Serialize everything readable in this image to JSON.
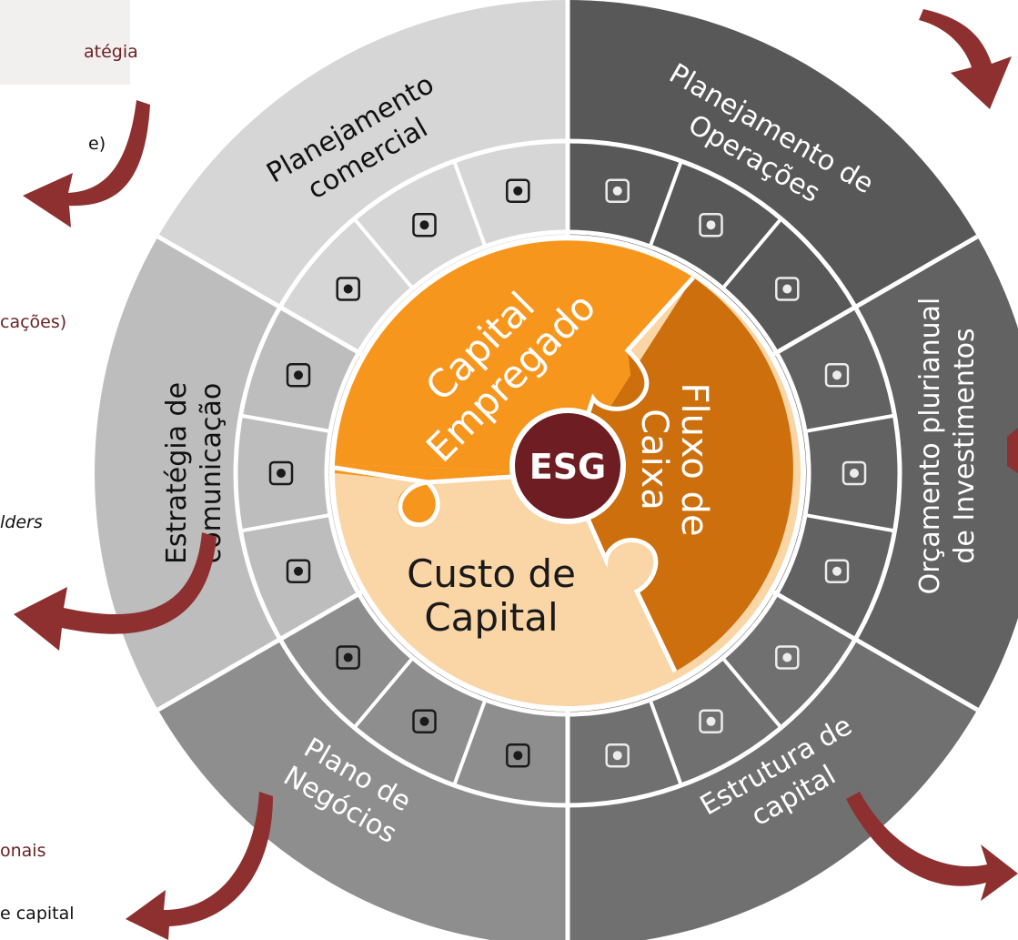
{
  "center": {
    "label": "ESG"
  },
  "inner": {
    "capital_empregado": [
      "Capital",
      "Empregado"
    ],
    "fluxo_de_caixa": [
      "Fluxo de",
      "Caixa"
    ],
    "custo_de_capital": [
      "Custo de",
      "Capital"
    ]
  },
  "outer": {
    "planejamento_comercial": [
      "Planejamento",
      "comercial"
    ],
    "planejamento_operacoes": [
      "Planejamento de",
      "Operações"
    ],
    "orcamento": [
      "Orçamento plurianual",
      "de Investimentos"
    ],
    "estrutura_capital": [
      "Estrutura de",
      "capital"
    ],
    "plano_negocios": [
      "Plano de",
      "Negócios"
    ],
    "estrategia_comunicacao": [
      "Estratégia de",
      "comunicação"
    ]
  },
  "left_fragments": [
    "atégia",
    "e)",
    "cações)",
    "lders",
    "onais",
    "e capital"
  ],
  "icons": [
    "chart-presenter-icon",
    "gear-speed-icon",
    "document-idea-icon",
    "org-chart-icon",
    "factory-icon",
    "money-stack-icon",
    "truck-icon",
    "scale-money-icon",
    "hourglass-money-icon",
    "pyramid-money-icon",
    "calendar-icon",
    "pie-touch-icon",
    "growth-chart-icon",
    "chat-icon",
    "megaphone-icon",
    "presentation-icon",
    "briefcase-chat-icon",
    "funnel-people-icon"
  ],
  "colors": {
    "arrow": "#8e3030",
    "orange": "#f7961d",
    "dark_orange": "#cc6f0c",
    "light_orange": "#fad5a6",
    "esg": "#6e1d22"
  }
}
